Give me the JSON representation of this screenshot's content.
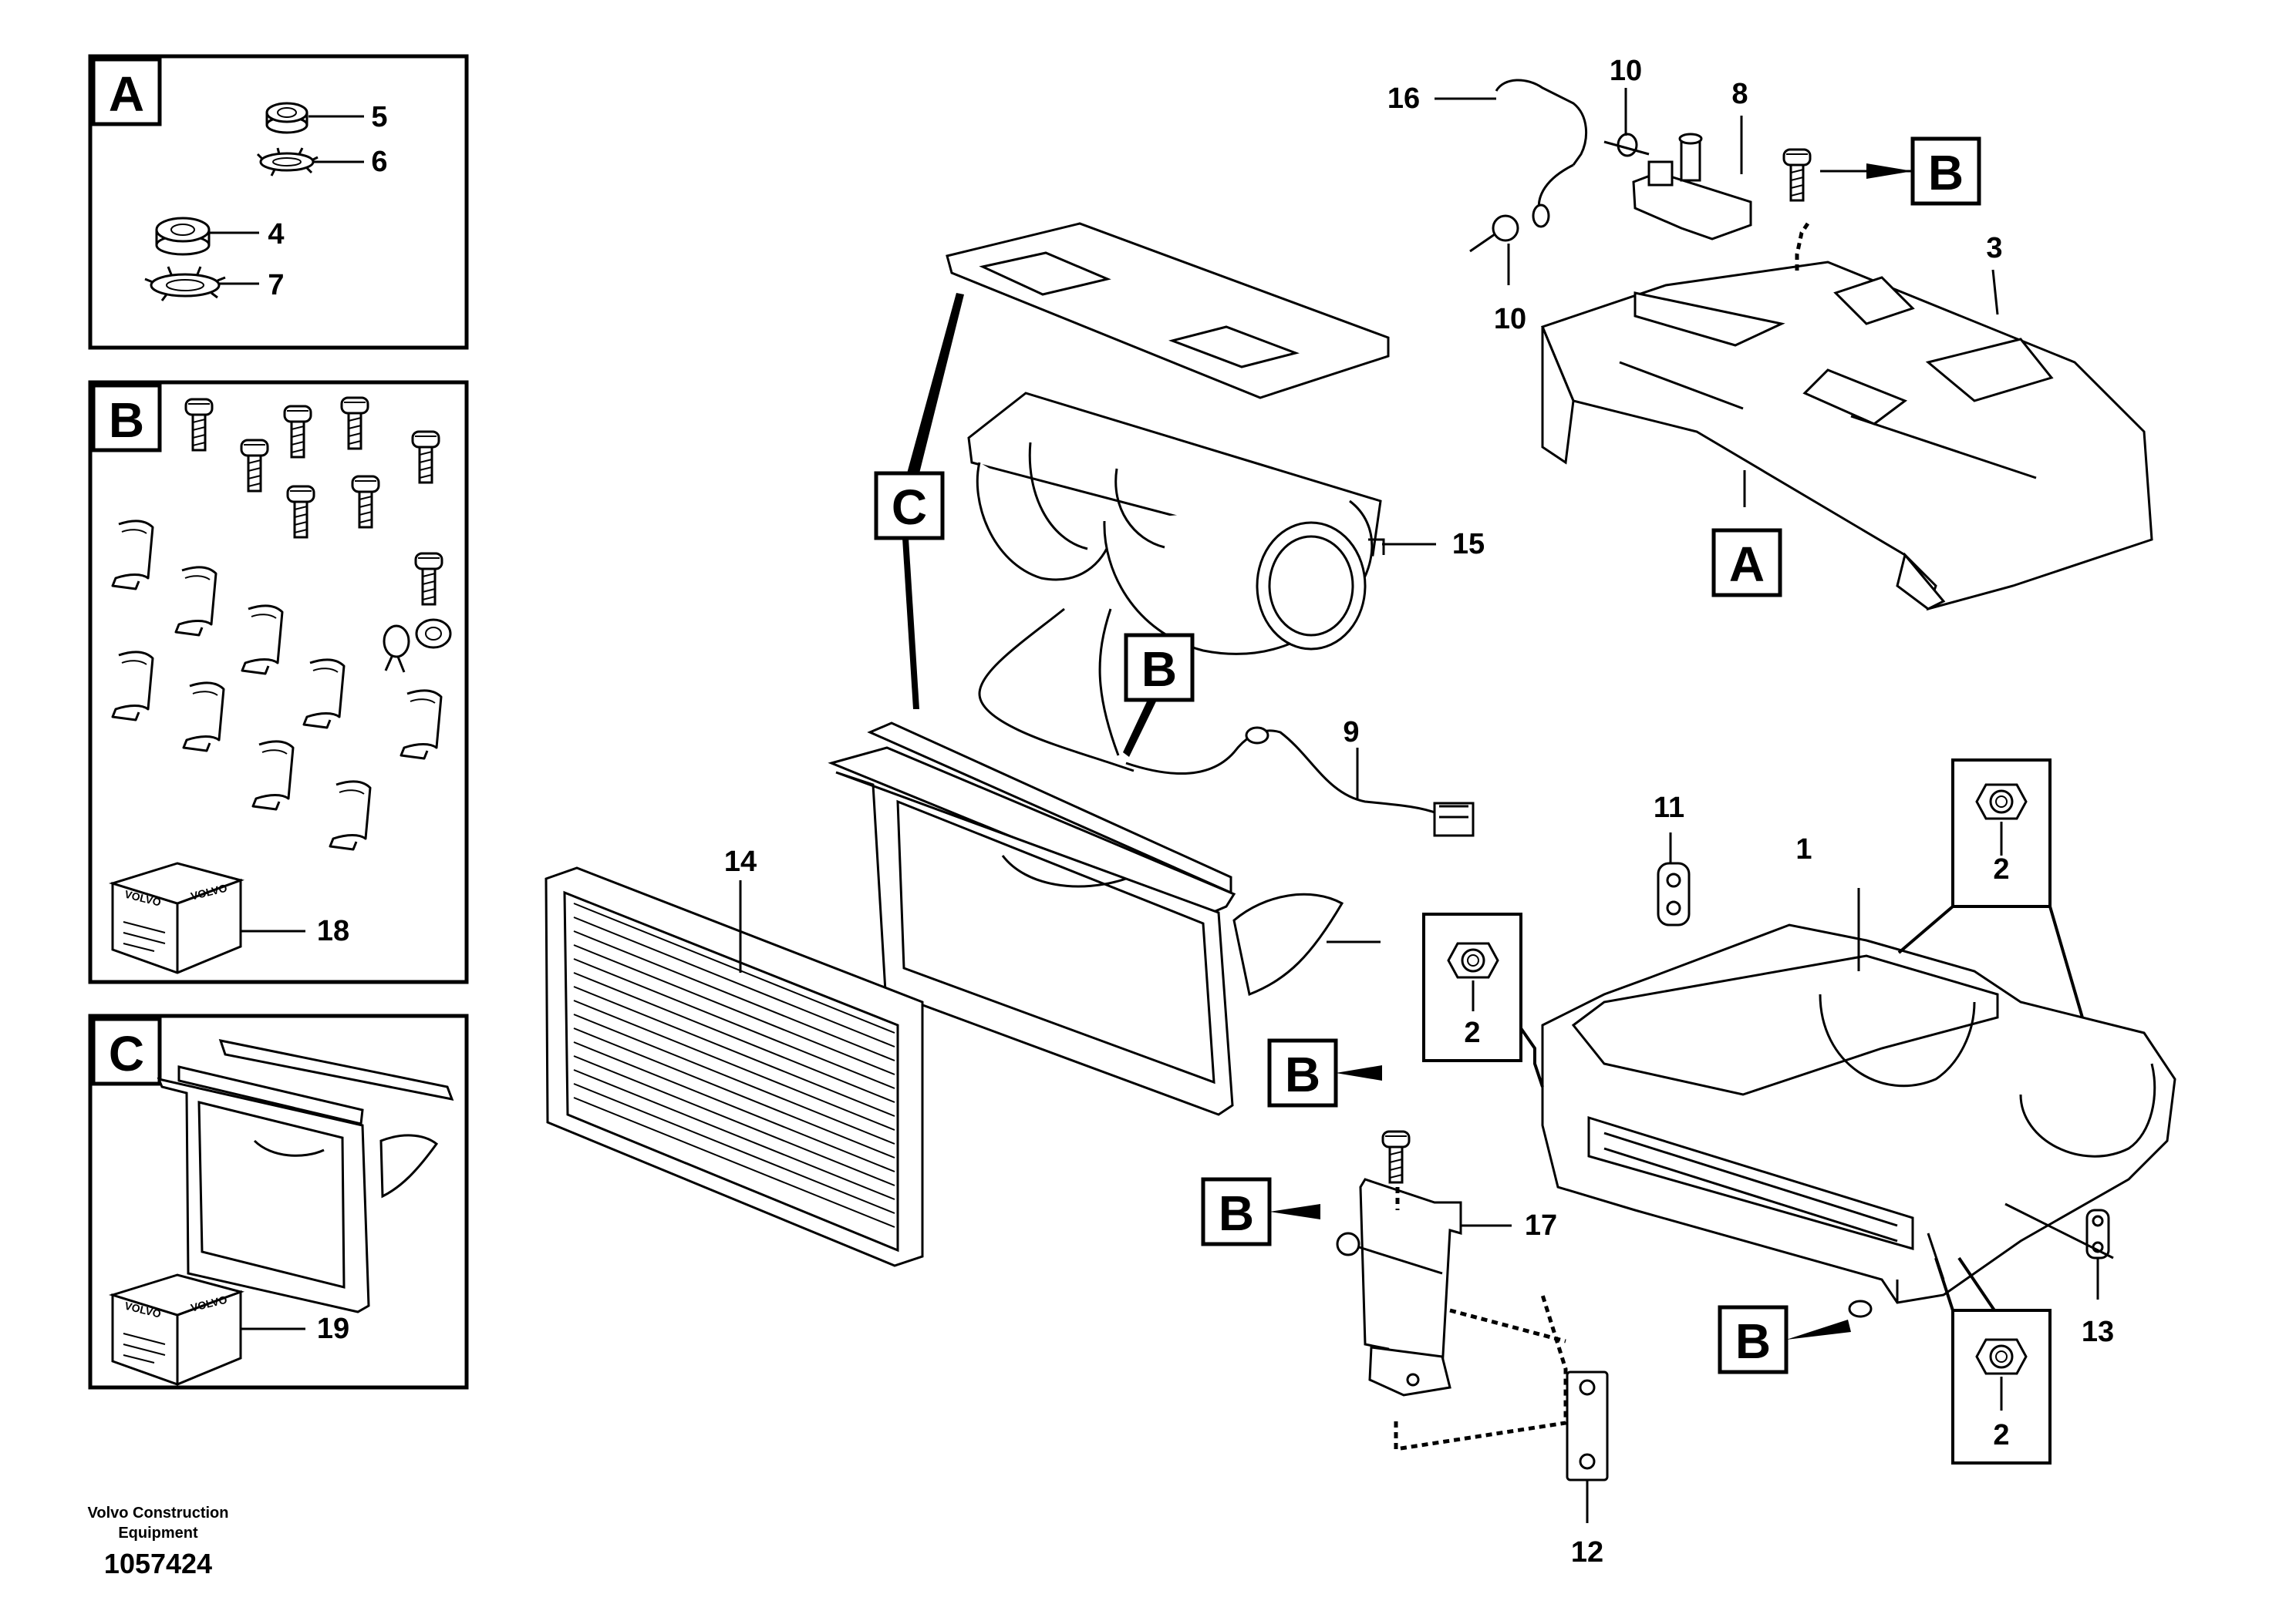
{
  "callouts": {
    "c1": "1",
    "c2a": "2",
    "c2b": "2",
    "c2c": "2",
    "c3": "3",
    "c4": "4",
    "c5": "5",
    "c6": "6",
    "c7": "7",
    "c8": "8",
    "c9": "9",
    "c10a": "10",
    "c10b": "10",
    "c11": "11",
    "c12": "12",
    "c13": "13",
    "c14": "14",
    "c15": "15",
    "c16": "16",
    "c17": "17",
    "c18": "18",
    "c19": "19"
  },
  "kits": {
    "a": "A",
    "b": "B",
    "c": "C"
  },
  "refs": {
    "b_top": "B",
    "c_main": "C",
    "b_harness": "B",
    "a_cover": "A",
    "b_screw1": "B",
    "b_screw2": "B",
    "b_bottom": "B"
  },
  "package_brand": "VOLVO",
  "footer": {
    "company": "Volvo Construction Equipment",
    "doc_number": "1057424"
  }
}
